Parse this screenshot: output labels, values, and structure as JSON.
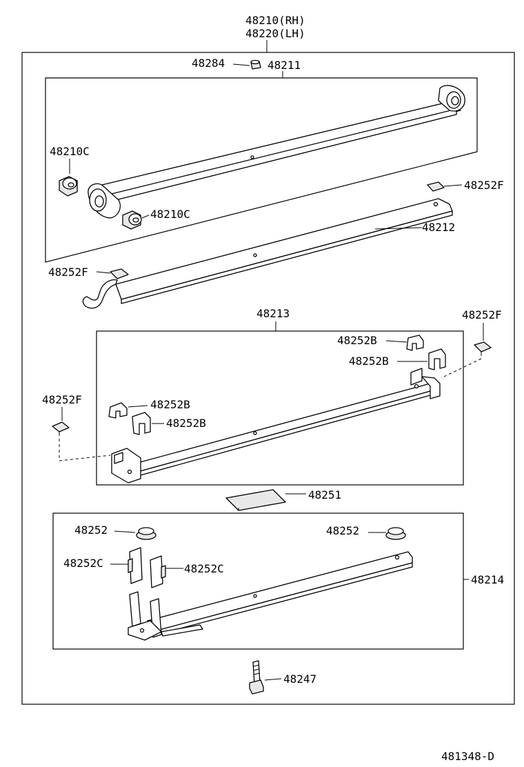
{
  "assembly": {
    "rh": "48210(RH)",
    "lh": "48220(LH)"
  },
  "labels": {
    "p48284": "48284",
    "p48211": "48211",
    "p48210c_a": "48210C",
    "p48210c_b": "48210C",
    "p48252f_a": "48252F",
    "p48212": "48212",
    "p48252f_b": "48252F",
    "p48213": "48213",
    "p48252f_c": "48252F",
    "p48252b_a": "48252B",
    "p48252b_b": "48252B",
    "p48252f_d": "48252F",
    "p48252b_c": "48252B",
    "p48252b_d": "48252B",
    "p48251": "48251",
    "p48252_a": "48252",
    "p48252_b": "48252",
    "p48252c_a": "48252C",
    "p48252c_b": "48252C",
    "p48214": "48214",
    "p48247": "48247"
  },
  "figure_code": "481348-D"
}
